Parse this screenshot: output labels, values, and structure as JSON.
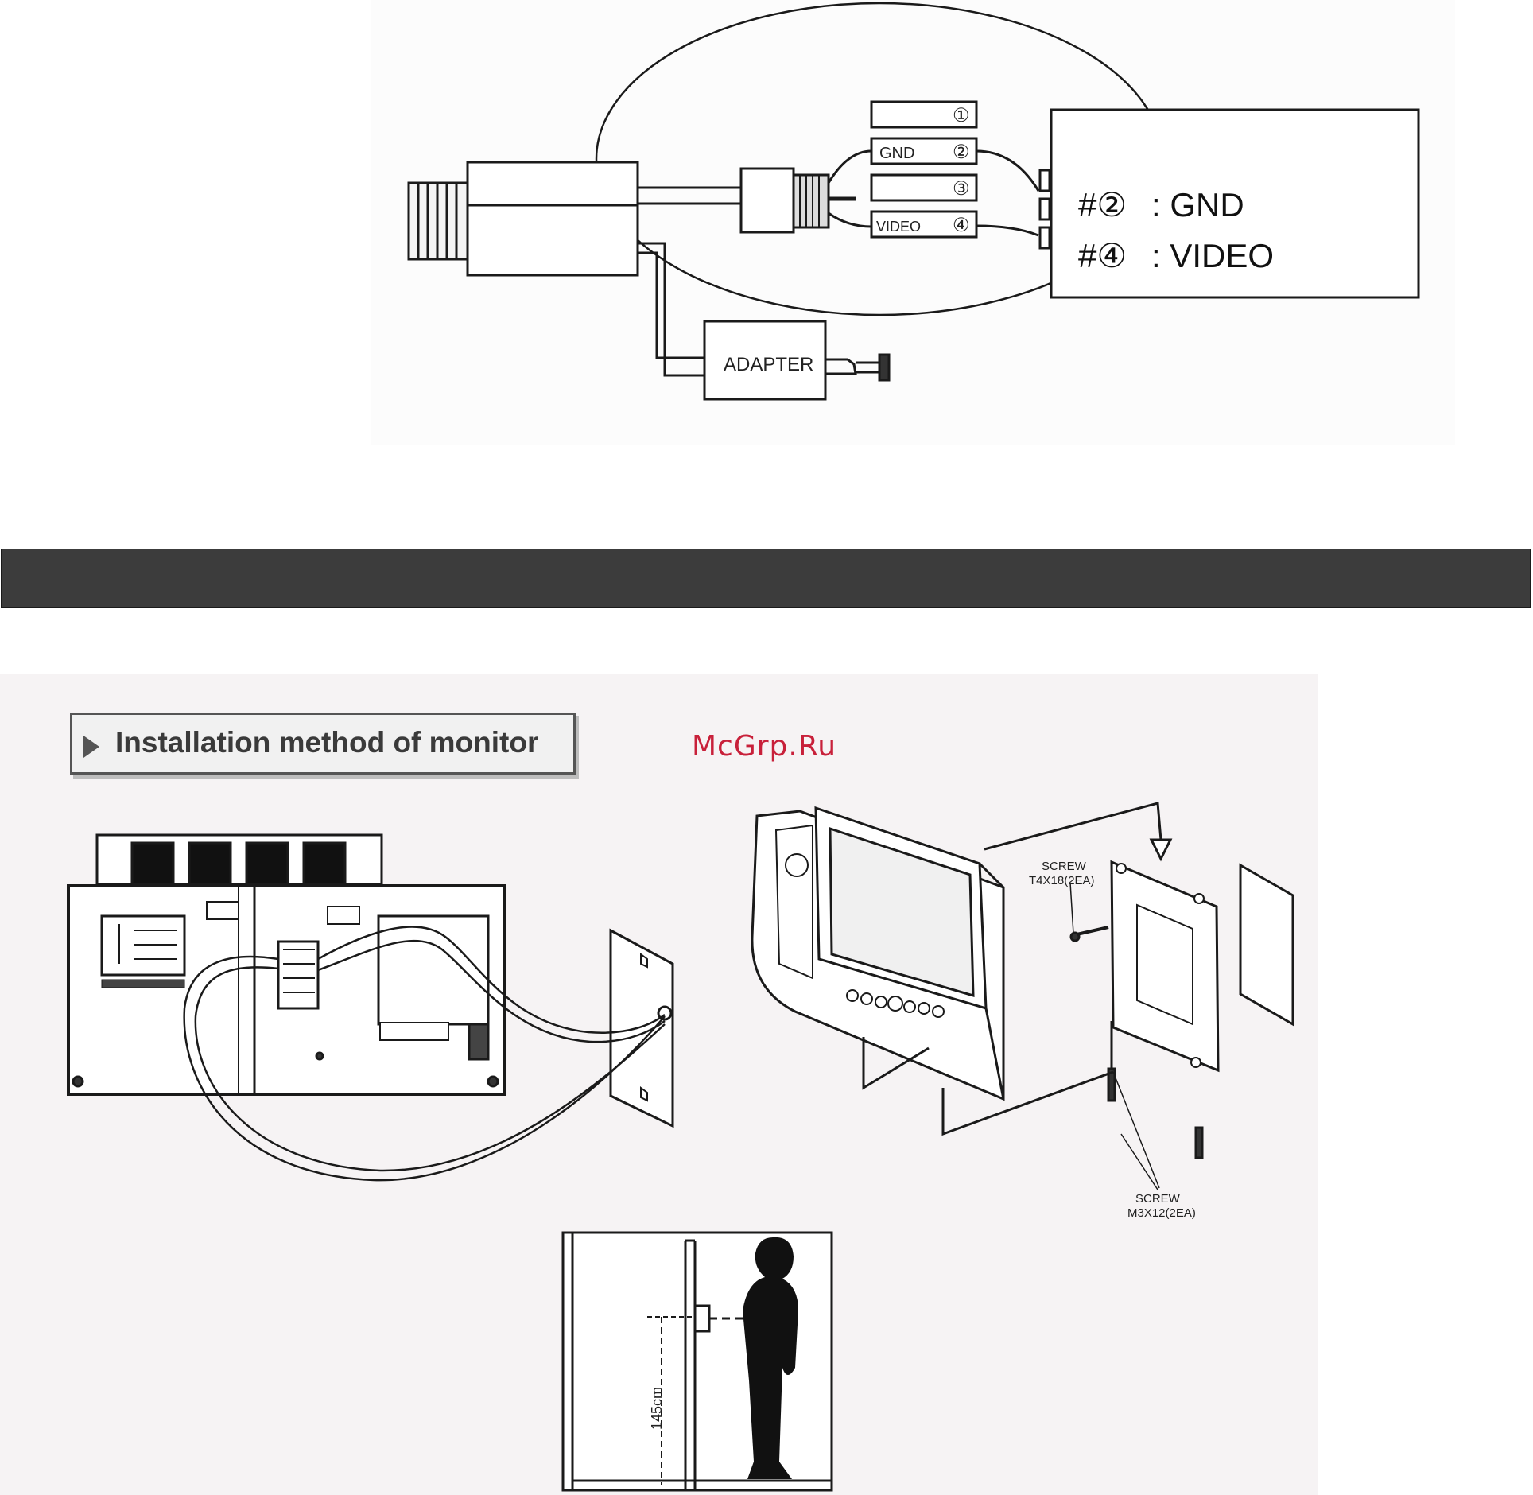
{
  "camera_wiring": {
    "pins": [
      {
        "number": "①",
        "label": ""
      },
      {
        "number": "②",
        "label": "GND"
      },
      {
        "number": "③",
        "label": ""
      },
      {
        "number": "④",
        "label": "VIDEO"
      }
    ],
    "legend": [
      {
        "pin": "#②",
        "signal": ": GND"
      },
      {
        "pin": "#④",
        "signal": ": VIDEO"
      }
    ],
    "adapter_label": "ADAPTER"
  },
  "watermark": "McGrp.Ru",
  "monitor_installation": {
    "title": "Installation method of monitor",
    "screw_top_label": "SCREW",
    "screw_top_code": "T4X18(2EA)",
    "screw_bottom_label": "SCREW",
    "screw_bottom_code": "M3X12(2EA)",
    "height_label": "145cm"
  },
  "colors": {
    "section_bar": "#3c3c3c",
    "watermark": "#c8203a",
    "line": "#1a1a1a"
  }
}
